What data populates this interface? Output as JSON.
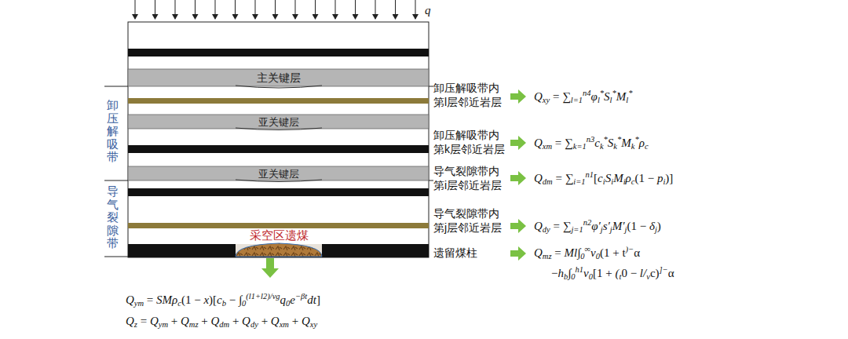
{
  "diagram": {
    "nodes": [
      {
        "text": [
          "主关键层"
        ]
      },
      {
        "text": [
          "亚关键层"
        ]
      },
      {
        "text": [
          "亚关键层"
        ]
      },
      {
        "text": [
          "采空区遗煤"
        ]
      }
    ],
    "labels": [
      "q",
      "卸压解吸带",
      "导气裂隙带",
      "卸压解吸带内 第l层邻近岩层",
      "Qxy = ∑l=1n4φl*Sl*Ml*",
      "卸压解吸带内 第k层邻近岩层",
      "Qxm = ∑k=1n3ck*Sk*Mk*ρc",
      "导气裂隙带内 第i层邻近岩层",
      "Qdm = ∑i=1n1[ciSiMiρc(1 − pi)]",
      "导气裂隙带内 第j层邻近岩层",
      "Qdy = ∑j=1n2φ′js′jM′j(1 − δj)",
      "遗留煤柱",
      "Qmz = Ml∫0∞v0(1 + t)−α",
      "−hb∫0h1v0[1 + (t0 − l/vc)]−α",
      "Qym = SMρc(1 − x)[cb − ∫0(l1+l2)/vgq0e−βtdt]",
      "Qz = Qym + Qmz + Qdm + Qdy + Qxm + Qxy"
    ]
  }
}
